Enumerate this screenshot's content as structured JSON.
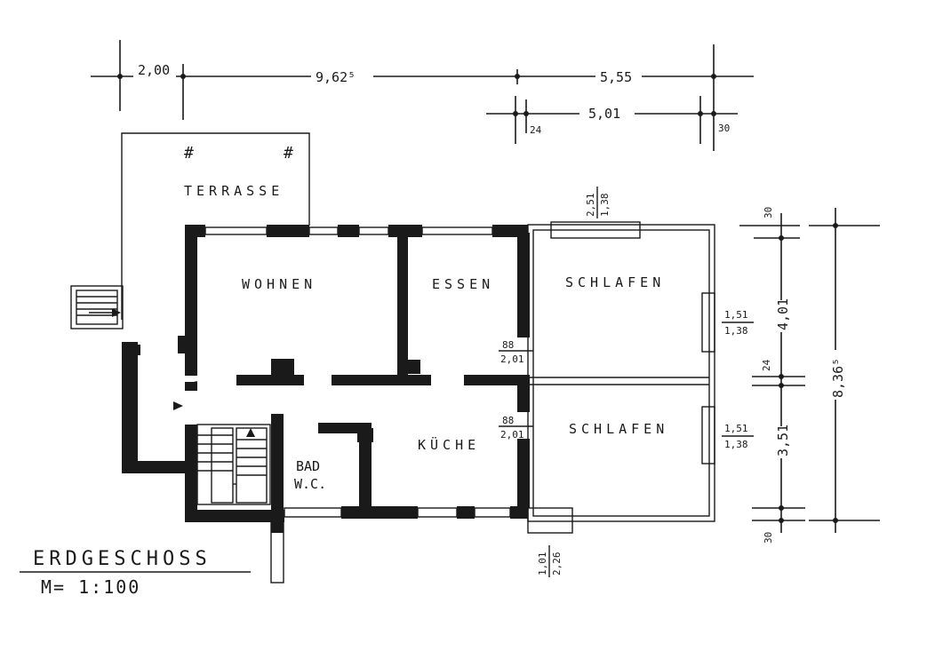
{
  "plan": {
    "title": "ERDGESCHOSS",
    "scale": "M= 1:100",
    "rooms": {
      "terrace": "TERRASSE",
      "living": "WOHNEN",
      "dining": "ESSEN",
      "bedroom_1": "SCHLAFEN",
      "bedroom_2": "SCHLAFEN",
      "kitchen": "KÜCHE",
      "bath_1": "BAD",
      "bath_2": "W.C."
    },
    "dimensions": {
      "top_a": "2,00",
      "top_b": "9,62⁵",
      "top_c": "5,55",
      "inner_top": "5,01",
      "inner_left_small": "24",
      "inner_right_small": "30",
      "window_top_num": "2,51",
      "window_top_den": "1,38",
      "window_right1_num": "1,51",
      "window_right1_den": "1,38",
      "window_right2_num": "1,51",
      "window_right2_den": "1,38",
      "door_1_num": "88",
      "door_1_den": "2,01",
      "door_2_num": "88",
      "door_2_den": "2,01",
      "bottom_num": "1,01",
      "bottom_den": "2,26",
      "right_30_top": "30",
      "right_401": "4,01",
      "right_24": "24",
      "right_351": "3,51",
      "right_30_bottom": "30",
      "right_total": "8,36⁵"
    }
  }
}
